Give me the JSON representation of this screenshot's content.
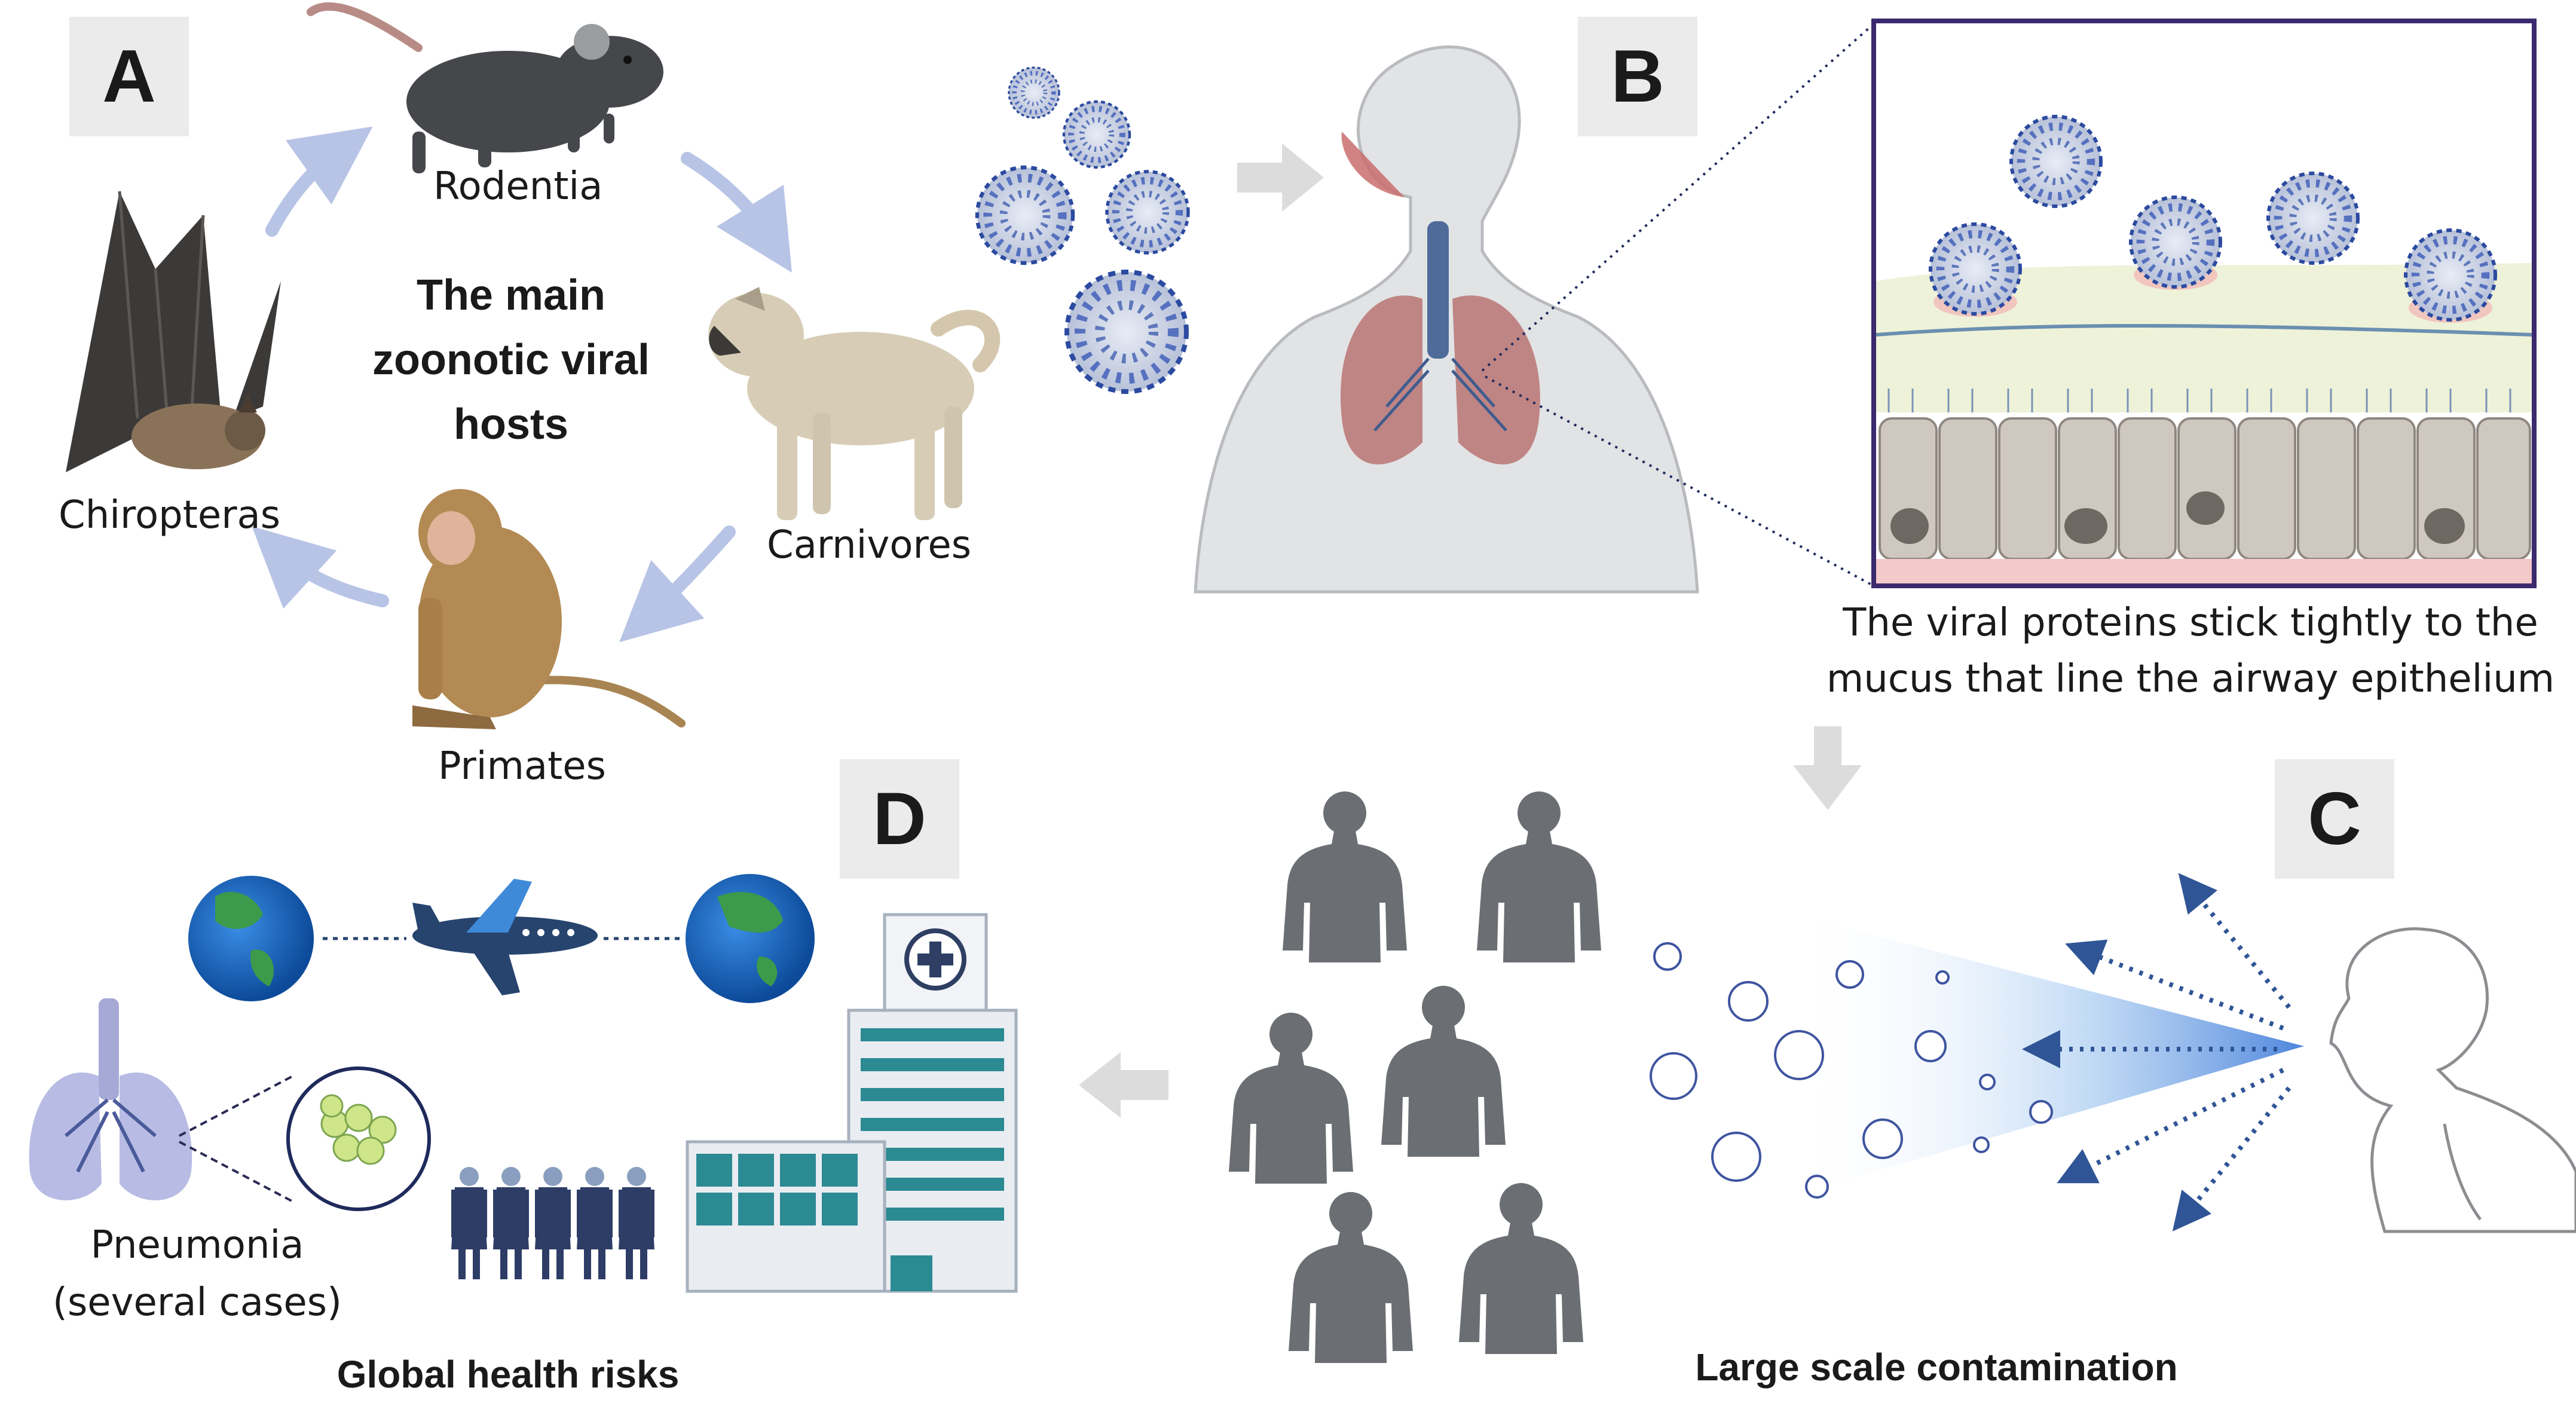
{
  "panels": {
    "a": "A",
    "b": "B",
    "c": "C",
    "d": "D"
  },
  "panel_a": {
    "title_lines": [
      "The main",
      "zoonotic viral",
      "hosts"
    ],
    "animals": [
      "Rodentia",
      "Carnivores",
      "Primates",
      "Chiropteras"
    ]
  },
  "panel_b": {
    "caption_lines": [
      "The viral proteins stick tightly to the",
      "mucus that line the airway epithelium"
    ]
  },
  "panel_c": {
    "caption": "Large scale contamination"
  },
  "panel_d": {
    "pneumonia_lines": [
      "Pneumonia",
      "(several cases)"
    ],
    "caption": "Global health risks"
  },
  "colors": {
    "arrow_light_blue": "#b8c4e6",
    "virus_blue": "#1f3a8a",
    "silhouette_grey": "#6b6e72",
    "panel_box_grey": "#ebebeb",
    "globe_blue": "#1b5fae",
    "hospital_teal": "#2c8a93"
  }
}
